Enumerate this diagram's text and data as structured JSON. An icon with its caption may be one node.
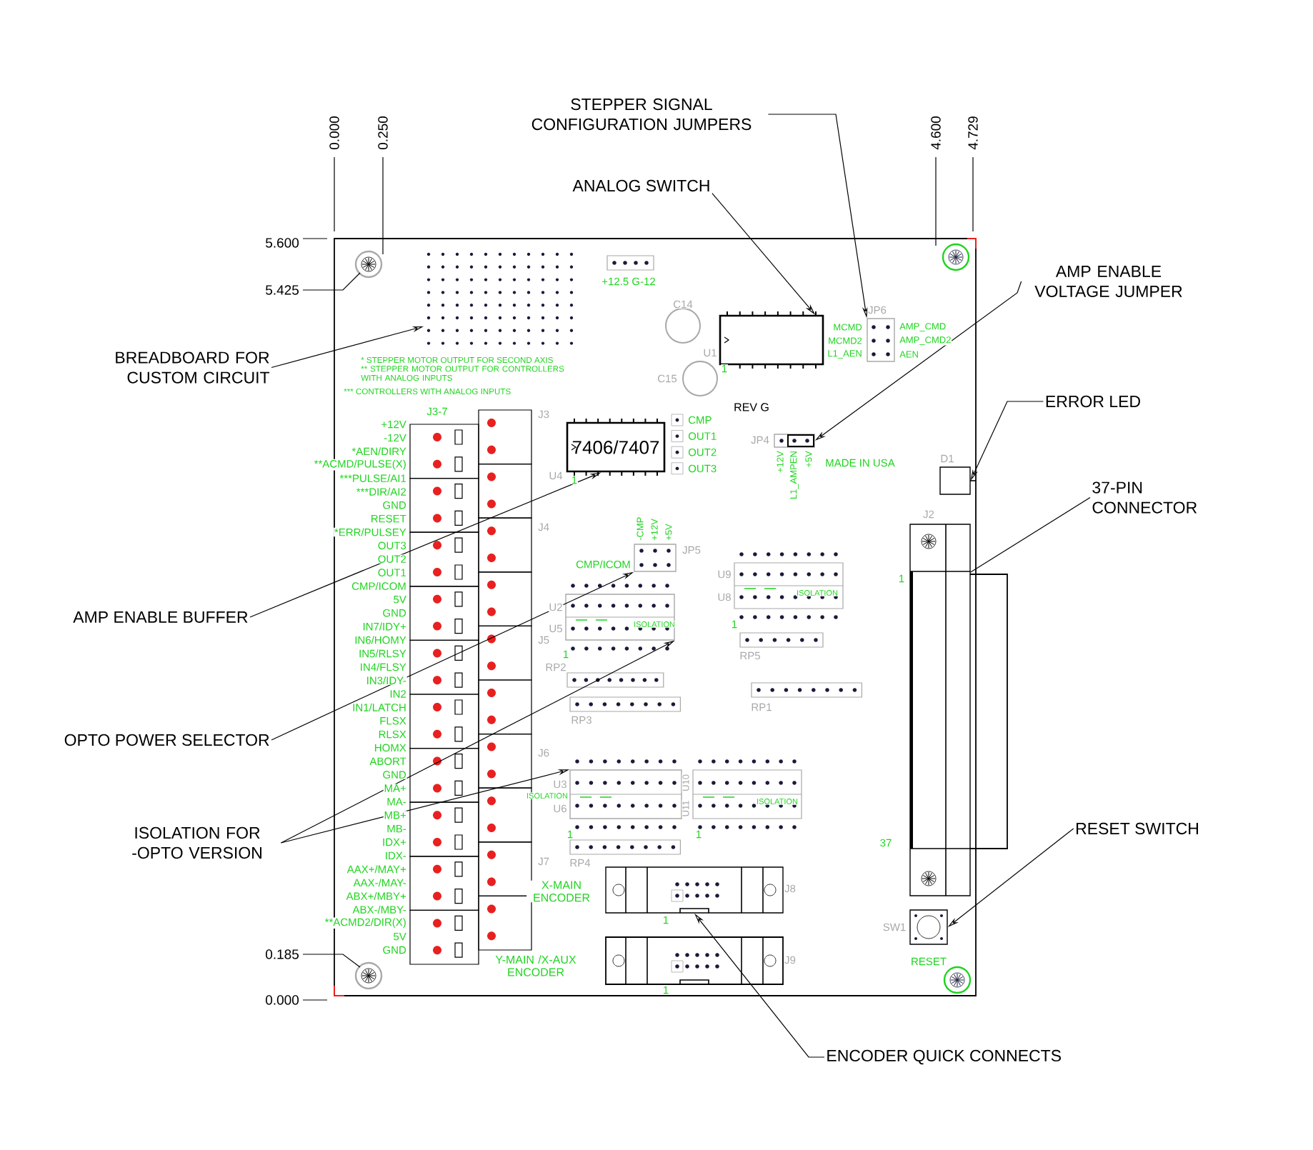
{
  "diagram": {
    "nodes": [
      {
        "text": [
          "STEPPER SIGNAL CONFIGURATION JUMPERS"
        ]
      },
      {
        "text": [
          "ANALOG SWITCH"
        ]
      },
      {
        "text": [
          "AMP ENABLE VOLTAGE JUMPER"
        ]
      },
      {
        "text": [
          "ERROR LED"
        ]
      },
      {
        "text": [
          "37-PIN CONNECTOR"
        ]
      },
      {
        "text": [
          "BREADBOARD FOR CUSTOM CIRCUIT"
        ]
      },
      {
        "text": [
          "AMP ENABLE BUFFER"
        ]
      },
      {
        "text": [
          "OPTO POWER SELECTOR"
        ]
      },
      {
        "text": [
          "ISOLATION FOR -OPTO VERSION"
        ]
      },
      {
        "text": [
          "RESET SWITCH"
        ]
      },
      {
        "text": [
          "ENCODER QUICK CONNECTS"
        ]
      },
      {
        "text": [],
        "shape": "box"
      },
      {
        "text": [],
        "shape": "box"
      },
      {
        "text": [],
        "shape": "box"
      },
      {
        "text": [],
        "shape": "box"
      },
      {
        "text": [],
        "shape": "box"
      },
      {
        "text": [],
        "shape": "picture"
      },
      {
        "text": [
          "7406/7407"
        ]
      },
      {
        "text": [],
        "shape": "box"
      },
      {
        "text": [],
        "shape": "box"
      },
      {
        "text": [],
        "shape": "box"
      },
      {
        "text": [],
        "shape": "box"
      },
      {
        "text": [],
        "shape": "box"
      }
    ],
    "edges": [
      {
        "from": 0,
        "to": 11,
        "arrow": "to"
      },
      {
        "from": 1,
        "to": 12,
        "arrow": "to"
      },
      {
        "from": 2,
        "to": 13,
        "arrow": "to"
      },
      {
        "from": 3,
        "to": 14,
        "arrow": "to"
      },
      {
        "from": 4,
        "to": 15,
        "arrow": "none"
      },
      {
        "from": 5,
        "to": 16,
        "arrow": "to"
      },
      {
        "from": 6,
        "to": 17,
        "arrow": "to"
      },
      {
        "from": 7,
        "to": 18,
        "arrow": "to"
      },
      {
        "from": 8,
        "to": 19,
        "arrow": "to"
      },
      {
        "from": 8,
        "to": 20,
        "arrow": "to"
      },
      {
        "from": 9,
        "to": 21,
        "arrow": "to"
      },
      {
        "from": 10,
        "to": 22,
        "arrow": "to"
      }
    ],
    "labels": [
      "0.000",
      "0.250",
      "4.600",
      "4.729",
      "5.600",
      "5.425",
      "0.185",
      "0.000",
      "+12.5 G-12",
      "C14",
      "C15",
      "U1",
      "1",
      "* STEPPER MOTOR OUTPUT FOR SECOND AXIS",
      "** STEPPER MOTOR OUTPUT FOR CONTROLLERS WITH ANALOG INPUTS",
      "*** CONTROLLERS WITH ANALOG INPUTS",
      "REV G",
      "MCMD",
      "MCMD2",
      "L1_AEN",
      "AMP_CMD",
      "AMP_CMD2",
      "AEN",
      "JP6",
      "J3-7",
      "J3",
      "J4",
      "J5",
      "J6",
      "J7",
      "+12V",
      "-12V",
      "*AEN/DIRY",
      "**ACMD/PULSE(X)",
      "***PULSE/AI1",
      "***DIR/AI2",
      "GND",
      "RESET",
      "*ERR/PULSEY",
      "OUT3",
      "OUT2",
      "OUT1",
      "CMP/ICOM",
      "5V",
      "GND",
      "IN7/IDY+",
      "IN6/HOMY",
      "IN5/RLSY",
      "IN4/FLSY",
      "IN3/IDY-",
      "IN2",
      "IN1/LATCH",
      "FLSX",
      "RLSX",
      "HOMX",
      "ABORT",
      "GND",
      "MA+",
      "MA-",
      "MB+",
      "MB-",
      "IDX+",
      "IDX-",
      "AAX+/MAY+",
      "AAX-/MAY-",
      "ABX+/MBY+",
      "ABX-/MBY-",
      "**ACMD2/DIR(X)",
      "5V",
      "GND",
      "U4",
      "1",
      "CMP",
      "OUT1",
      "OUT2",
      "OUT3",
      "JP4",
      "+12V",
      "L1_AMPEN",
      "+5V",
      "MADE IN USA",
      "D1",
      "J2",
      "1",
      "37",
      "-CMP",
      "+12V",
      "+5V",
      "JP5",
      "CMP/ICOM",
      "U2",
      "U5",
      "ISOLATION",
      "1",
      "RP2",
      "RP3",
      "U9",
      "U8",
      "ISOLATION",
      "1",
      "RP5",
      "RP1",
      "U3",
      "U6",
      "ISOLATION",
      "U10",
      "U11",
      "ISOLATION",
      "1",
      "1",
      "RP4",
      "X-MAIN ENCODER",
      "Y-MAIN /X-AUX ENCODER",
      "J8",
      "J9",
      "1",
      "1",
      "SW1",
      "RESET"
    ]
  }
}
